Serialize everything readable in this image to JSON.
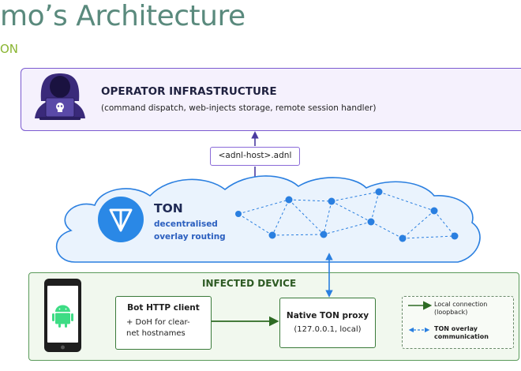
{
  "page": {
    "title": "mo’s Architecture",
    "subtitle": "ON"
  },
  "operator": {
    "title": "OPERATOR INFRASTRUCTURE",
    "subtitle": "(command dispatch, web-injects storage, remote session handler)",
    "icon": "hacker-icon"
  },
  "link": {
    "label": "<adnl-host>.adnl"
  },
  "ton": {
    "title": "TON",
    "subtitle": "decentralised\noverlay routing",
    "icon": "ton-logo-icon"
  },
  "device": {
    "title": "INFECTED DEVICE",
    "icon": "android-phone-icon",
    "bot_client": {
      "title": "Bot HTTP client",
      "subtitle": "+ DoH for clear-\nnet hostnames"
    },
    "proxy": {
      "title": "Native TON proxy",
      "subtitle": "(127.0.0.1, local)"
    }
  },
  "legend": {
    "local": "Local connection\n(loopback)",
    "overlay": "TON overlay\ncommunication"
  },
  "colors": {
    "title": "#5a8a7d",
    "subtitle": "#8ab532",
    "operator_border": "#7b5ad0",
    "ton_blue": "#2a7fe0",
    "device_green": "#3a7a3a",
    "android_green": "#3ddc84"
  }
}
